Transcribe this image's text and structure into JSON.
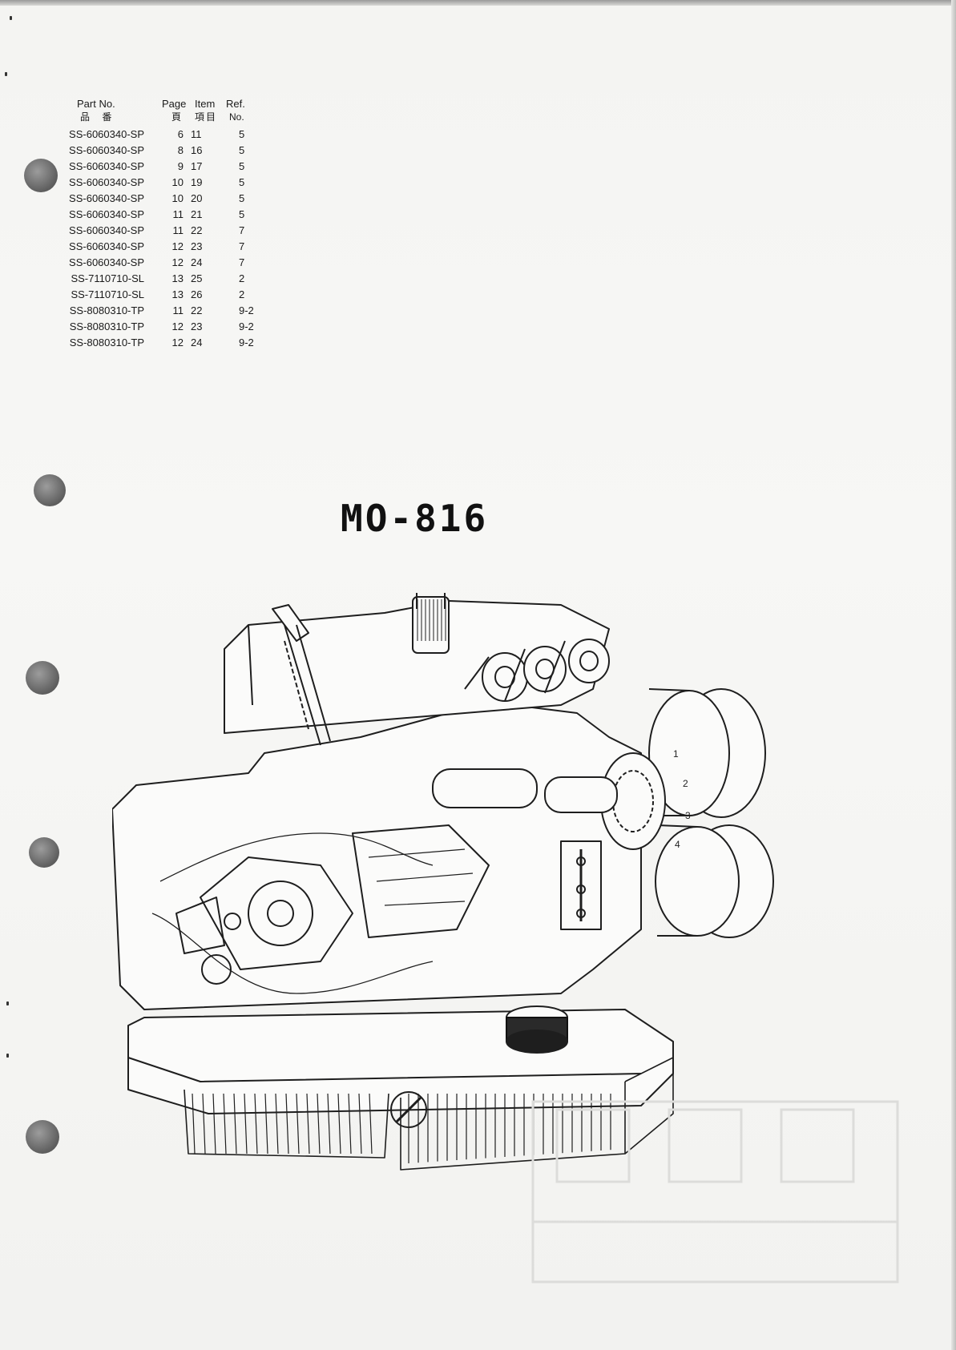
{
  "table": {
    "headers": {
      "part_en": "Part No.",
      "part_jp": "品 番",
      "page_en": "Page",
      "page_jp": "頁",
      "item_en": "Item",
      "item_jp": "項目",
      "ref_en": "Ref.",
      "ref_jp": "No."
    },
    "rows": [
      {
        "part": "SS-6060340-SP",
        "page": "6",
        "item": "11",
        "ref": "5"
      },
      {
        "part": "SS-6060340-SP",
        "page": "8",
        "item": "16",
        "ref": "5"
      },
      {
        "part": "SS-6060340-SP",
        "page": "9",
        "item": "17",
        "ref": "5"
      },
      {
        "part": "SS-6060340-SP",
        "page": "10",
        "item": "19",
        "ref": "5"
      },
      {
        "part": "SS-6060340-SP",
        "page": "10",
        "item": "20",
        "ref": "5"
      },
      {
        "part": "SS-6060340-SP",
        "page": "11",
        "item": "21",
        "ref": "5"
      },
      {
        "part": "SS-6060340-SP",
        "page": "11",
        "item": "22",
        "ref": "7"
      },
      {
        "part": "SS-6060340-SP",
        "page": "12",
        "item": "23",
        "ref": "7"
      },
      {
        "part": "SS-6060340-SP",
        "page": "12",
        "item": "24",
        "ref": "7"
      },
      {
        "part": "SS-7110710-SL",
        "page": "13",
        "item": "25",
        "ref": "2"
      },
      {
        "part": "SS-7110710-SL",
        "page": "13",
        "item": "26",
        "ref": "2"
      },
      {
        "part": "SS-8080310-TP",
        "page": "11",
        "item": "22",
        "ref": "9-2"
      },
      {
        "part": "SS-8080310-TP",
        "page": "12",
        "item": "23",
        "ref": "9-2"
      },
      {
        "part": "SS-8080310-TP",
        "page": "12",
        "item": "24",
        "ref": "9-2"
      }
    ]
  },
  "model_title": "MO-816",
  "dial_numbers": [
    "1",
    "2",
    "3",
    "4"
  ],
  "illustration_icon": "sewing-machine-illustration-icon",
  "colors": {
    "ink": "#1a1a1a",
    "paper": "#f5f5f3",
    "punch_hole": "#6a6a6a"
  }
}
